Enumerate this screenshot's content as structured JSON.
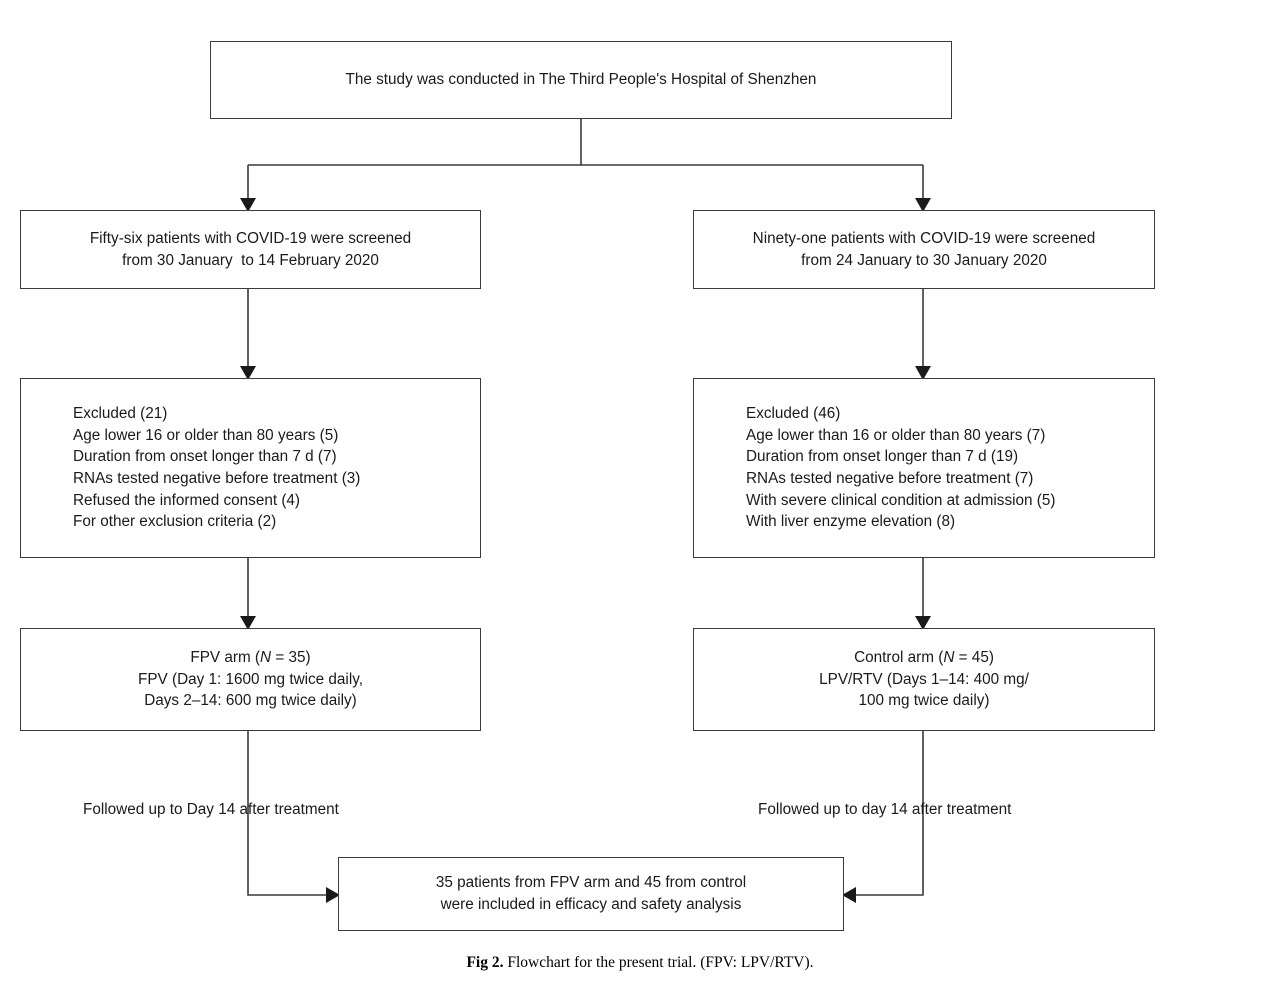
{
  "figure": {
    "caption_label": "Fig 2.",
    "caption_text": " Flowchart for the present trial. (FPV: LPV/RTV)."
  },
  "nodes": {
    "study_site": {
      "line1": "The study was conducted in The Third People's Hospital of Shenzhen"
    },
    "screening_left": {
      "line1": "Fifty-six patients with COVID-19 were screened",
      "line2": "from 30 January  to 14 February 2020"
    },
    "screening_right": {
      "line1": "Ninety-one patients with COVID-19 were screened",
      "line2": "from 24 January to 30 January 2020"
    },
    "excluded_left": {
      "line1": "Excluded (21)",
      "line2": "Age lower 16 or older than 80 years (5)",
      "line3": "Duration from onset longer than 7 d (7)",
      "line4": "RNAs tested negative before treatment (3)",
      "line5": "Refused the informed consent (4)",
      "line6": "For other exclusion criteria (2)"
    },
    "excluded_right": {
      "line1": "Excluded (46)",
      "line2": "Age lower than 16 or older than 80 years (7)",
      "line3": "Duration from onset longer than 7 d (19)",
      "line4": "RNAs tested negative before treatment (7)",
      "line5": "With severe clinical condition at admission (5)",
      "line6": "With liver enzyme elevation (8)"
    },
    "arm_left": {
      "line1_pre": "FPV arm (",
      "line1_italic": "N",
      "line1_post": " = 35)",
      "line2": "FPV (Day 1: 1600 mg twice daily,",
      "line3": "Days 2–14: 600 mg twice daily)"
    },
    "arm_right": {
      "line1_pre": "Control arm (",
      "line1_italic": "N",
      "line1_post": " = 45)",
      "line2": "LPV/RTV (Days 1–14: 400 mg/",
      "line3": "100 mg twice daily)"
    },
    "analysis": {
      "line1": "35 patients from FPV arm and 45 from control",
      "line2": "were included in efficacy and safety analysis"
    }
  },
  "edge_labels": {
    "followup_left": "Followed up to Day 14 after treatment",
    "followup_right": "Followed up to day 14 after treatment"
  },
  "style": {
    "stroke_color": "#3a3a3a",
    "text_color": "#1a1a1a",
    "background": "#ffffff"
  },
  "chart_data": {
    "type": "diagram",
    "title": "Flowchart for the present trial",
    "diagram_kind": "CONSORT-style clinical trial flowchart",
    "nodes": [
      {
        "id": "study_site",
        "text": "The study was conducted in The Third People's Hospital of Shenzhen"
      },
      {
        "id": "screening_left",
        "text": "Fifty-six patients with COVID-19 were screened from 30 January to 14 February 2020",
        "screened": 56
      },
      {
        "id": "screening_right",
        "text": "Ninety-one patients with COVID-19 were screened from 24 January to 30 January 2020",
        "screened": 91
      },
      {
        "id": "excluded_left",
        "excluded_total": 21,
        "reasons": [
          {
            "reason": "Age lower 16 or older than 80 years",
            "n": 5
          },
          {
            "reason": "Duration from onset longer than 7 d",
            "n": 7
          },
          {
            "reason": "RNAs tested negative before treatment",
            "n": 3
          },
          {
            "reason": "Refused the informed consent",
            "n": 4
          },
          {
            "reason": "For other exclusion criteria",
            "n": 2
          }
        ]
      },
      {
        "id": "excluded_right",
        "excluded_total": 46,
        "reasons": [
          {
            "reason": "Age lower than 16 or older than 80 years",
            "n": 7
          },
          {
            "reason": "Duration from onset longer than 7 d",
            "n": 19
          },
          {
            "reason": "RNAs tested negative before treatment",
            "n": 7
          },
          {
            "reason": "With severe clinical condition at admission",
            "n": 5
          },
          {
            "reason": "With liver enzyme elevation",
            "n": 8
          }
        ]
      },
      {
        "id": "arm_left",
        "arm": "FPV arm",
        "n": 35,
        "regimen": "FPV (Day 1: 1600 mg twice daily, Days 2–14: 600 mg twice daily)"
      },
      {
        "id": "arm_right",
        "arm": "Control arm",
        "n": 45,
        "regimen": "LPV/RTV (Days 1–14: 400 mg/100 mg twice daily)"
      },
      {
        "id": "analysis",
        "text": "35 patients from FPV arm and 45 from control were included in efficacy and safety analysis",
        "fpv_analyzed": 35,
        "control_analyzed": 45
      }
    ],
    "edges": [
      {
        "from": "study_site",
        "to": "screening_left"
      },
      {
        "from": "study_site",
        "to": "screening_right"
      },
      {
        "from": "screening_left",
        "to": "excluded_left"
      },
      {
        "from": "screening_right",
        "to": "excluded_right"
      },
      {
        "from": "excluded_left",
        "to": "arm_left"
      },
      {
        "from": "excluded_right",
        "to": "arm_right"
      },
      {
        "from": "arm_left",
        "to": "analysis",
        "label": "Followed up to Day 14 after treatment"
      },
      {
        "from": "arm_right",
        "to": "analysis",
        "label": "Followed up to day 14 after treatment"
      }
    ]
  }
}
